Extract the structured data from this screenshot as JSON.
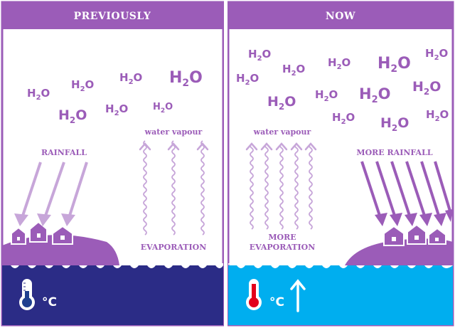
{
  "panels": {
    "previously": {
      "title": "PREVIOUSLY",
      "rainfall": "RAINFALL",
      "water_vapour": "water vapour",
      "evaporation": "EVAPORATION",
      "temp_unit": "°C"
    },
    "now": {
      "title": "NOW",
      "rainfall": "MORE RAINFALL",
      "water_vapour": "water vapour",
      "evaporation_line1": "MORE",
      "evaporation_line2": "EVAPORATION",
      "temp_unit": "°C"
    }
  },
  "molecule": {
    "base": "H",
    "sub": "2",
    "tail": "O"
  },
  "colors": {
    "purple": "#9b5cb8",
    "light_purple": "#c7a6d9",
    "ocean_before": "#2b2c86",
    "ocean_now": "#00aeef",
    "thermo_cold": "#1f3f8f",
    "thermo_hot": "#e3001b"
  }
}
